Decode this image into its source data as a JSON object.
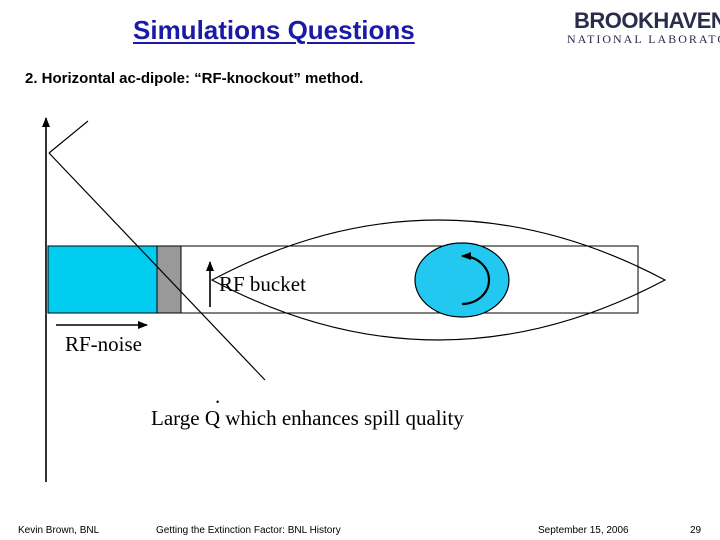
{
  "header": {
    "title": "Simulations Questions",
    "logo_top": "BROOKHAVEN",
    "logo_bottom": "NATIONAL LABORATORY",
    "subtitle": "2.  Horizontal ac-dipole: “RF-knockout” method."
  },
  "diagram": {
    "rf_bucket_label": "RF bucket",
    "rf_noise_label": "RF-noise",
    "caption_before": "Large ",
    "caption_q": "Q",
    "caption_dot": ".",
    "caption_after": " which enhances spill quality",
    "colors": {
      "beam_fill": "#00ccf0",
      "gray_block": "#999999",
      "circle_fill": "#22c8f0"
    }
  },
  "footer": {
    "author": "Kevin Brown, BNL",
    "talk_title": "Getting the Extinction Factor: BNL History",
    "date": "September 15, 2006",
    "page": "29"
  }
}
